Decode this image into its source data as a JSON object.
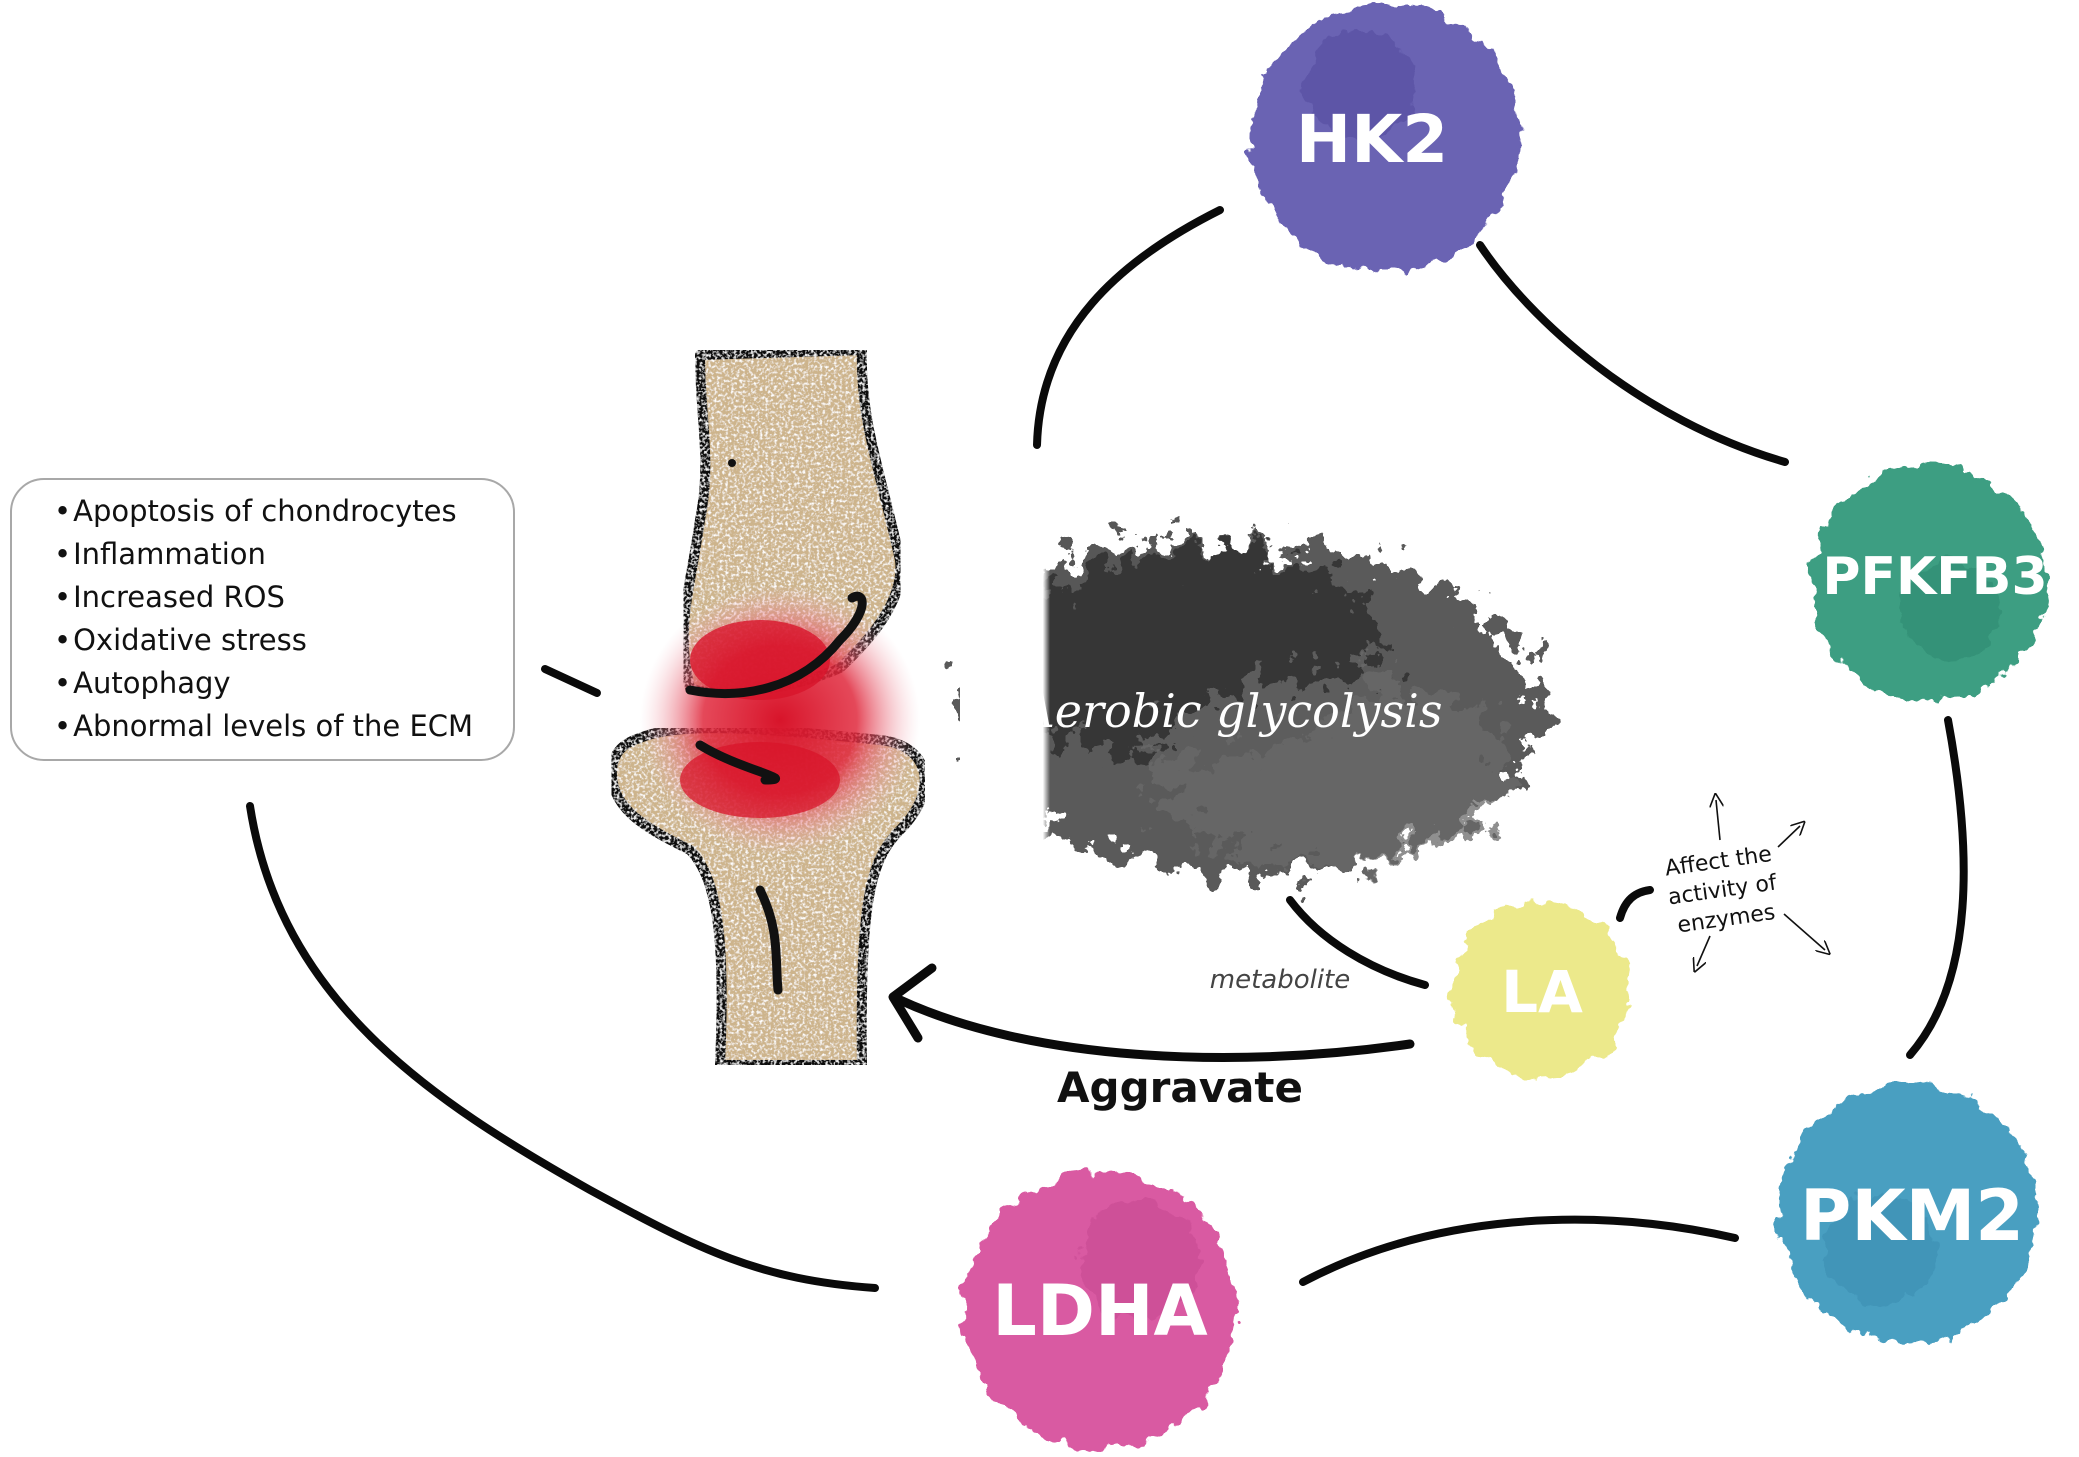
{
  "symptoms": {
    "items": [
      "Apoptosis of chondrocytes",
      "Inflammation",
      "Increased ROS",
      "Oxidative stress",
      "Autophagy",
      "Abnormal levels of the ECM"
    ]
  },
  "center": {
    "label": "Aerobic glycolysis"
  },
  "enzymes": {
    "hk2": {
      "label": "HK2",
      "color": "#6a63b3"
    },
    "pfkfb3": {
      "label": "PFKFB3",
      "color": "#3e9e82"
    },
    "pkm2": {
      "label": "PKM2",
      "color": "#4a9fc1"
    },
    "ldha": {
      "label": "LDHA",
      "color": "#d95aa2"
    },
    "la": {
      "label": "LA",
      "color": "#ece98b"
    }
  },
  "annotations": {
    "metabolite": "metabolite",
    "aggravate": "Aggravate",
    "affect_line1": "Affect the",
    "affect_line2": "activity of",
    "affect_line3": "enzymes"
  },
  "colors": {
    "bone": "#cdb48c",
    "inflammation": "#d8142a"
  }
}
